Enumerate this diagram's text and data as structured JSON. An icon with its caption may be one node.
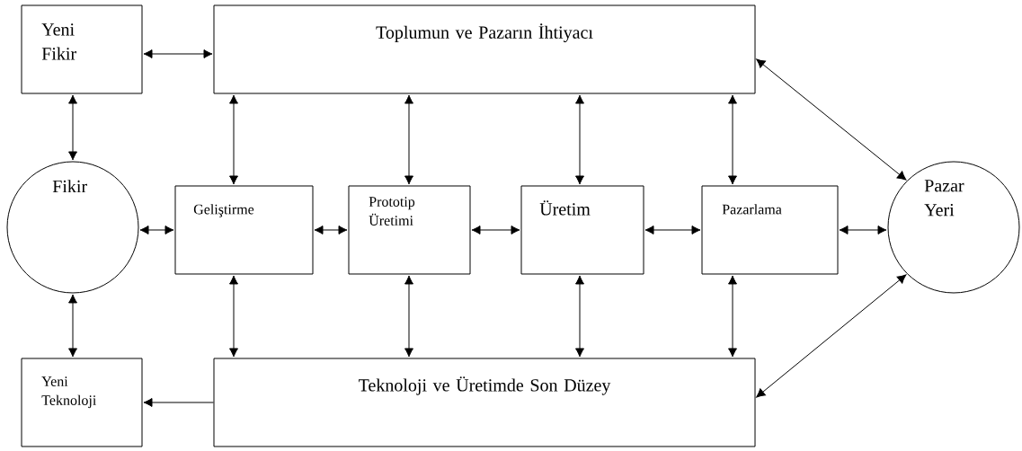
{
  "diagram": {
    "nodes": [
      {
        "text": [
          "Yeni Fikir"
        ]
      },
      {
        "text": [
          "Toplumun ve Pazarın İhtiyacı"
        ]
      },
      {
        "text": [
          "Fikir"
        ]
      },
      {
        "text": [
          "Geliştirme"
        ]
      },
      {
        "text": [
          "Prototip Üretimi"
        ]
      },
      {
        "text": [
          "Üretim"
        ]
      },
      {
        "text": [
          "Pazarlama"
        ]
      },
      {
        "text": [
          "Pazar Yeri"
        ]
      },
      {
        "text": [
          "Yeni Teknoloji"
        ]
      },
      {
        "text": [
          "Teknoloji ve Üretimde Son Düzey"
        ]
      }
    ],
    "edges": [
      {
        "from": 0,
        "to": 1,
        "arrow": "both"
      },
      {
        "from": 0,
        "to": 2,
        "arrow": "both"
      },
      {
        "from": 1,
        "to": 3,
        "arrow": "both"
      },
      {
        "from": 1,
        "to": 4,
        "arrow": "both"
      },
      {
        "from": 1,
        "to": 5,
        "arrow": "both"
      },
      {
        "from": 1,
        "to": 6,
        "arrow": "both"
      },
      {
        "from": 1,
        "to": 7,
        "arrow": "both"
      },
      {
        "from": 2,
        "to": 3,
        "arrow": "both"
      },
      {
        "from": 3,
        "to": 4,
        "arrow": "both"
      },
      {
        "from": 4,
        "to": 5,
        "arrow": "both"
      },
      {
        "from": 5,
        "to": 6,
        "arrow": "both"
      },
      {
        "from": 6,
        "to": 7,
        "arrow": "both"
      },
      {
        "from": 2,
        "to": 8,
        "arrow": "both"
      },
      {
        "from": 3,
        "to": 9,
        "arrow": "both"
      },
      {
        "from": 4,
        "to": 9,
        "arrow": "both"
      },
      {
        "from": 5,
        "to": 9,
        "arrow": "both"
      },
      {
        "from": 6,
        "to": 9,
        "arrow": "both"
      },
      {
        "from": 9,
        "to": 7,
        "arrow": "both"
      },
      {
        "from": 9,
        "to": 8,
        "arrow": "to"
      }
    ]
  }
}
